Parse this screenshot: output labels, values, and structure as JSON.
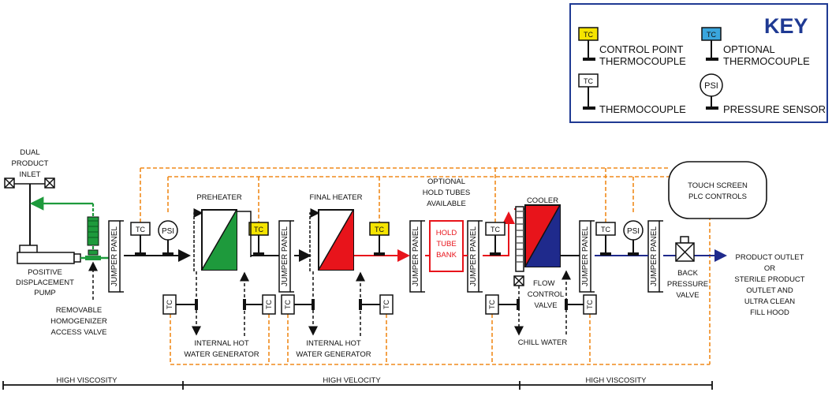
{
  "key": {
    "title": "KEY",
    "control_point_line1": "CONTROL POINT",
    "control_point_line2": "THERMOCOUPLE",
    "optional_line1": "OPTIONAL",
    "optional_line2": "THERMOCOUPLE",
    "thermocouple": "THERMOCOUPLE",
    "pressure_sensor": "PRESSURE SENSOR",
    "tc_symbol": "TC",
    "psi_symbol": "PSI"
  },
  "colors": {
    "key_border": "#1f3a93",
    "control_point_fill": "#f5e400",
    "optional_fill": "#3aa6dd",
    "preheater_fill": "#1e9a3c",
    "heater_fill": "#e8141b",
    "cooler_fill": "#1f2a8c",
    "dashed_control": "#f08a1c",
    "green_flow": "#1e9a3c",
    "red_flow": "#e8141b",
    "blue_flow": "#1f2a8c"
  },
  "labels": {
    "dual_inlet_1": "DUAL",
    "dual_inlet_2": "PRODUCT",
    "dual_inlet_3": "INLET",
    "pump_1": "POSITIVE",
    "pump_2": "DISPLACEMENT",
    "pump_3": "PUMP",
    "homog_1": "REMOVABLE",
    "homog_2": "HOMOGENIZER",
    "homog_3": "ACCESS VALVE",
    "jumper_panel": "JUMPER PANEL",
    "preheater": "PREHEATER",
    "final_heater": "FINAL HEATER",
    "hold_opt_1": "OPTIONAL",
    "hold_opt_2": "HOLD TUBES",
    "hold_opt_3": "AVAILABLE",
    "hold_bank_1": "HOLD",
    "hold_bank_2": "TUBE",
    "hold_bank_3": "BANK",
    "cooler": "COOLER",
    "flow_1": "FLOW",
    "flow_2": "CONTROL",
    "flow_3": "VALVE",
    "chill_water": "CHILL WATER",
    "ihw_1": "INTERNAL HOT",
    "ihw_2": "WATER GENERATOR",
    "touch_1": "TOUCH SCREEN",
    "touch_2": "PLC CONTROLS",
    "back_1": "BACK",
    "back_2": "PRESSURE",
    "back_3": "VALVE",
    "outlet_1": "PRODUCT OUTLET",
    "outlet_2": "OR",
    "outlet_3": "STERILE PRODUCT",
    "outlet_4": "OUTLET AND",
    "outlet_5": "ULTRA CLEAN",
    "outlet_6": "FILL HOOD",
    "tc": "TC",
    "psi": "PSI"
  },
  "sections": [
    {
      "label": "HIGH VISCOSITY"
    },
    {
      "label": "HIGH VELOCITY"
    },
    {
      "label": "HIGH VISCOSITY"
    }
  ]
}
